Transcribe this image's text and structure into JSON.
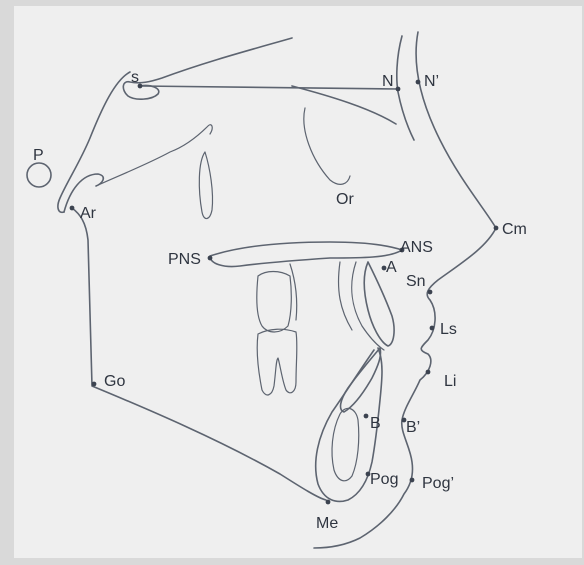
{
  "labels": {
    "S": "s",
    "N": "N",
    "N_soft": "N’",
    "P": "P",
    "Or": "Or",
    "Ar": "Ar",
    "Cm": "Cm",
    "PNS": "PNS",
    "ANS": "ANS",
    "A": "A",
    "Sn": "Sn",
    "Ls": "Ls",
    "Li": "Li",
    "Go": "Go",
    "B": "B",
    "B_soft": "B’",
    "Pog": "Pog",
    "Pog_soft": "Pog’",
    "Me": "Me"
  },
  "colors": {
    "line": "#5d6470",
    "paper": "#efefef",
    "background": "#d9d9d9"
  }
}
